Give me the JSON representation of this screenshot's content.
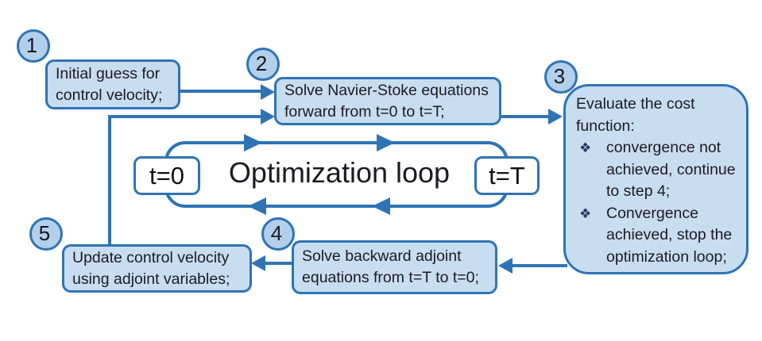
{
  "diagram_title": "Optimization loop flowchart",
  "colors": {
    "accent_border": "#2e74b5",
    "box_fill": "#c9ddf1",
    "circle_fill": "#b3d0eb",
    "text": "#1b1b22",
    "white_box_fill": "#ffffff"
  },
  "steps": {
    "s1": {
      "num": "1",
      "line1": "Initial guess for",
      "line2": "control velocity;"
    },
    "s2": {
      "num": "2",
      "line1": "Solve Navier-Stoke equations",
      "line2": "forward from t=0 to t=T;"
    },
    "s3": {
      "num": "3",
      "title1": "Evaluate the cost",
      "title2": "function:",
      "bullet_glyph": "❖",
      "b1l1": "convergence not",
      "b1l2": "achieved, continue",
      "b1l3": "to step 4;",
      "b2l1": "Convergence",
      "b2l2": "achieved, stop the",
      "b2l3": "optimization loop;"
    },
    "s4": {
      "num": "4",
      "line1": "Solve backward adjoint",
      "line2": "equations from t=T to t=0;"
    },
    "s5": {
      "num": "5",
      "line1": "Update control velocity",
      "line2": "using adjoint variables;"
    }
  },
  "loop": {
    "label": "Optimization loop",
    "t_start": "t=0",
    "t_end": "t=T"
  }
}
